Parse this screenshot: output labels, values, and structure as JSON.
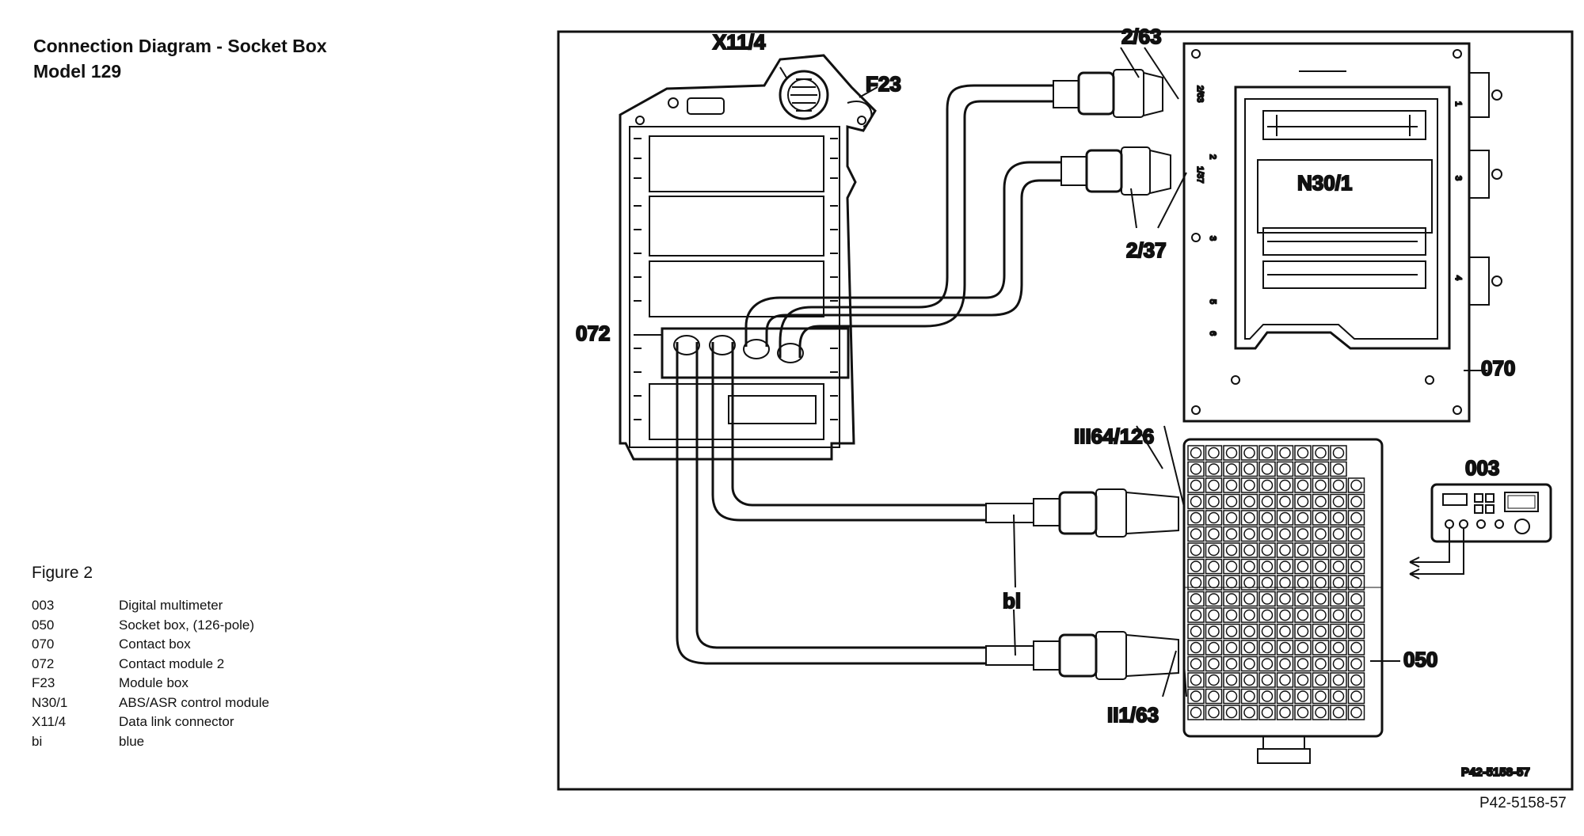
{
  "title": {
    "line1": "Connection Diagram - Socket Box",
    "line2": "Model 129"
  },
  "figure_caption": "Figure 2",
  "legend": [
    {
      "code": "003",
      "desc": "Digital multimeter"
    },
    {
      "code": "050",
      "desc": "Socket box, (126-pole)"
    },
    {
      "code": "070",
      "desc": "Contact box"
    },
    {
      "code": "072",
      "desc": "Contact module 2"
    },
    {
      "code": "F23",
      "desc": "Module box"
    },
    {
      "code": "N30/1",
      "desc": "ABS/ASR control module"
    },
    {
      "code": "X11/4",
      "desc": "Data link connector"
    },
    {
      "code": "bi",
      "desc": "blue"
    }
  ],
  "labels": {
    "x11_4": "X11/4",
    "f23": "F23",
    "c072": "072",
    "c2_63": "2/63",
    "c2_37": "2/37",
    "n30_1": "N30/1",
    "c070": "070",
    "iii64_126": "III64/126",
    "c003": "003",
    "bl": "bl",
    "c050": "050",
    "ii1_63": "II1/63",
    "side_2_63": "2/63",
    "side_1_37": "1/37",
    "side_2": "2",
    "side_3": "3",
    "side_5": "5",
    "side_6": "6",
    "right_1": "1",
    "right_3": "3",
    "right_4": "4"
  },
  "ref_inner": "P42-5158-57",
  "ref_outer": "P42-5158-57",
  "colors": {
    "ink": "#111111",
    "paper": "#ffffff"
  }
}
